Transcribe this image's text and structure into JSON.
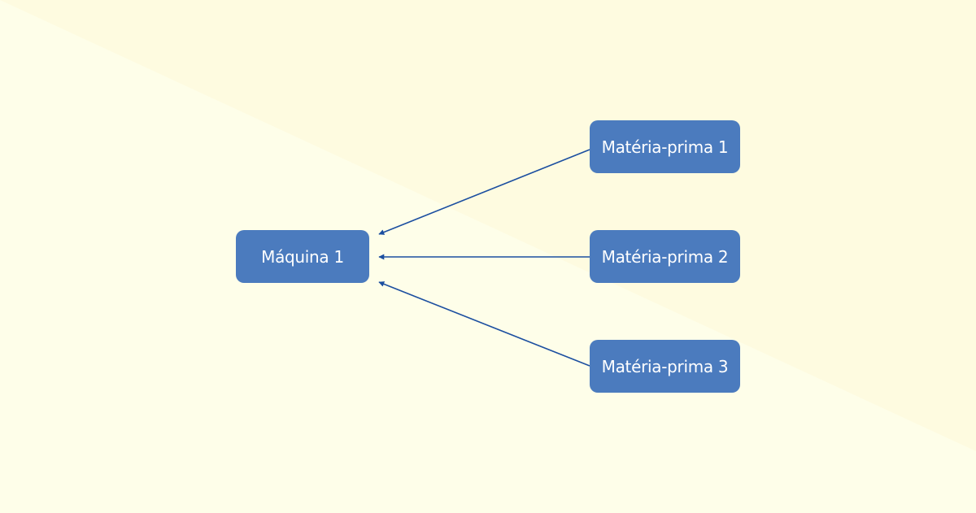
{
  "diagram": {
    "colors": {
      "background_light": "#fefee9",
      "background_shade": "#fefbe0",
      "node_fill": "#4b7bbe",
      "node_text": "#ffffff",
      "edge": "#1c4fa0"
    },
    "nodes": [
      {
        "id": "machine",
        "label": "Máquina 1"
      },
      {
        "id": "raw1",
        "label": "Matéria-prima 1"
      },
      {
        "id": "raw2",
        "label": "Matéria-prima 2"
      },
      {
        "id": "raw3",
        "label": "Matéria-prima 3"
      }
    ],
    "edges": [
      {
        "from": "raw1",
        "to": "machine"
      },
      {
        "from": "raw2",
        "to": "machine"
      },
      {
        "from": "raw3",
        "to": "machine"
      }
    ]
  }
}
